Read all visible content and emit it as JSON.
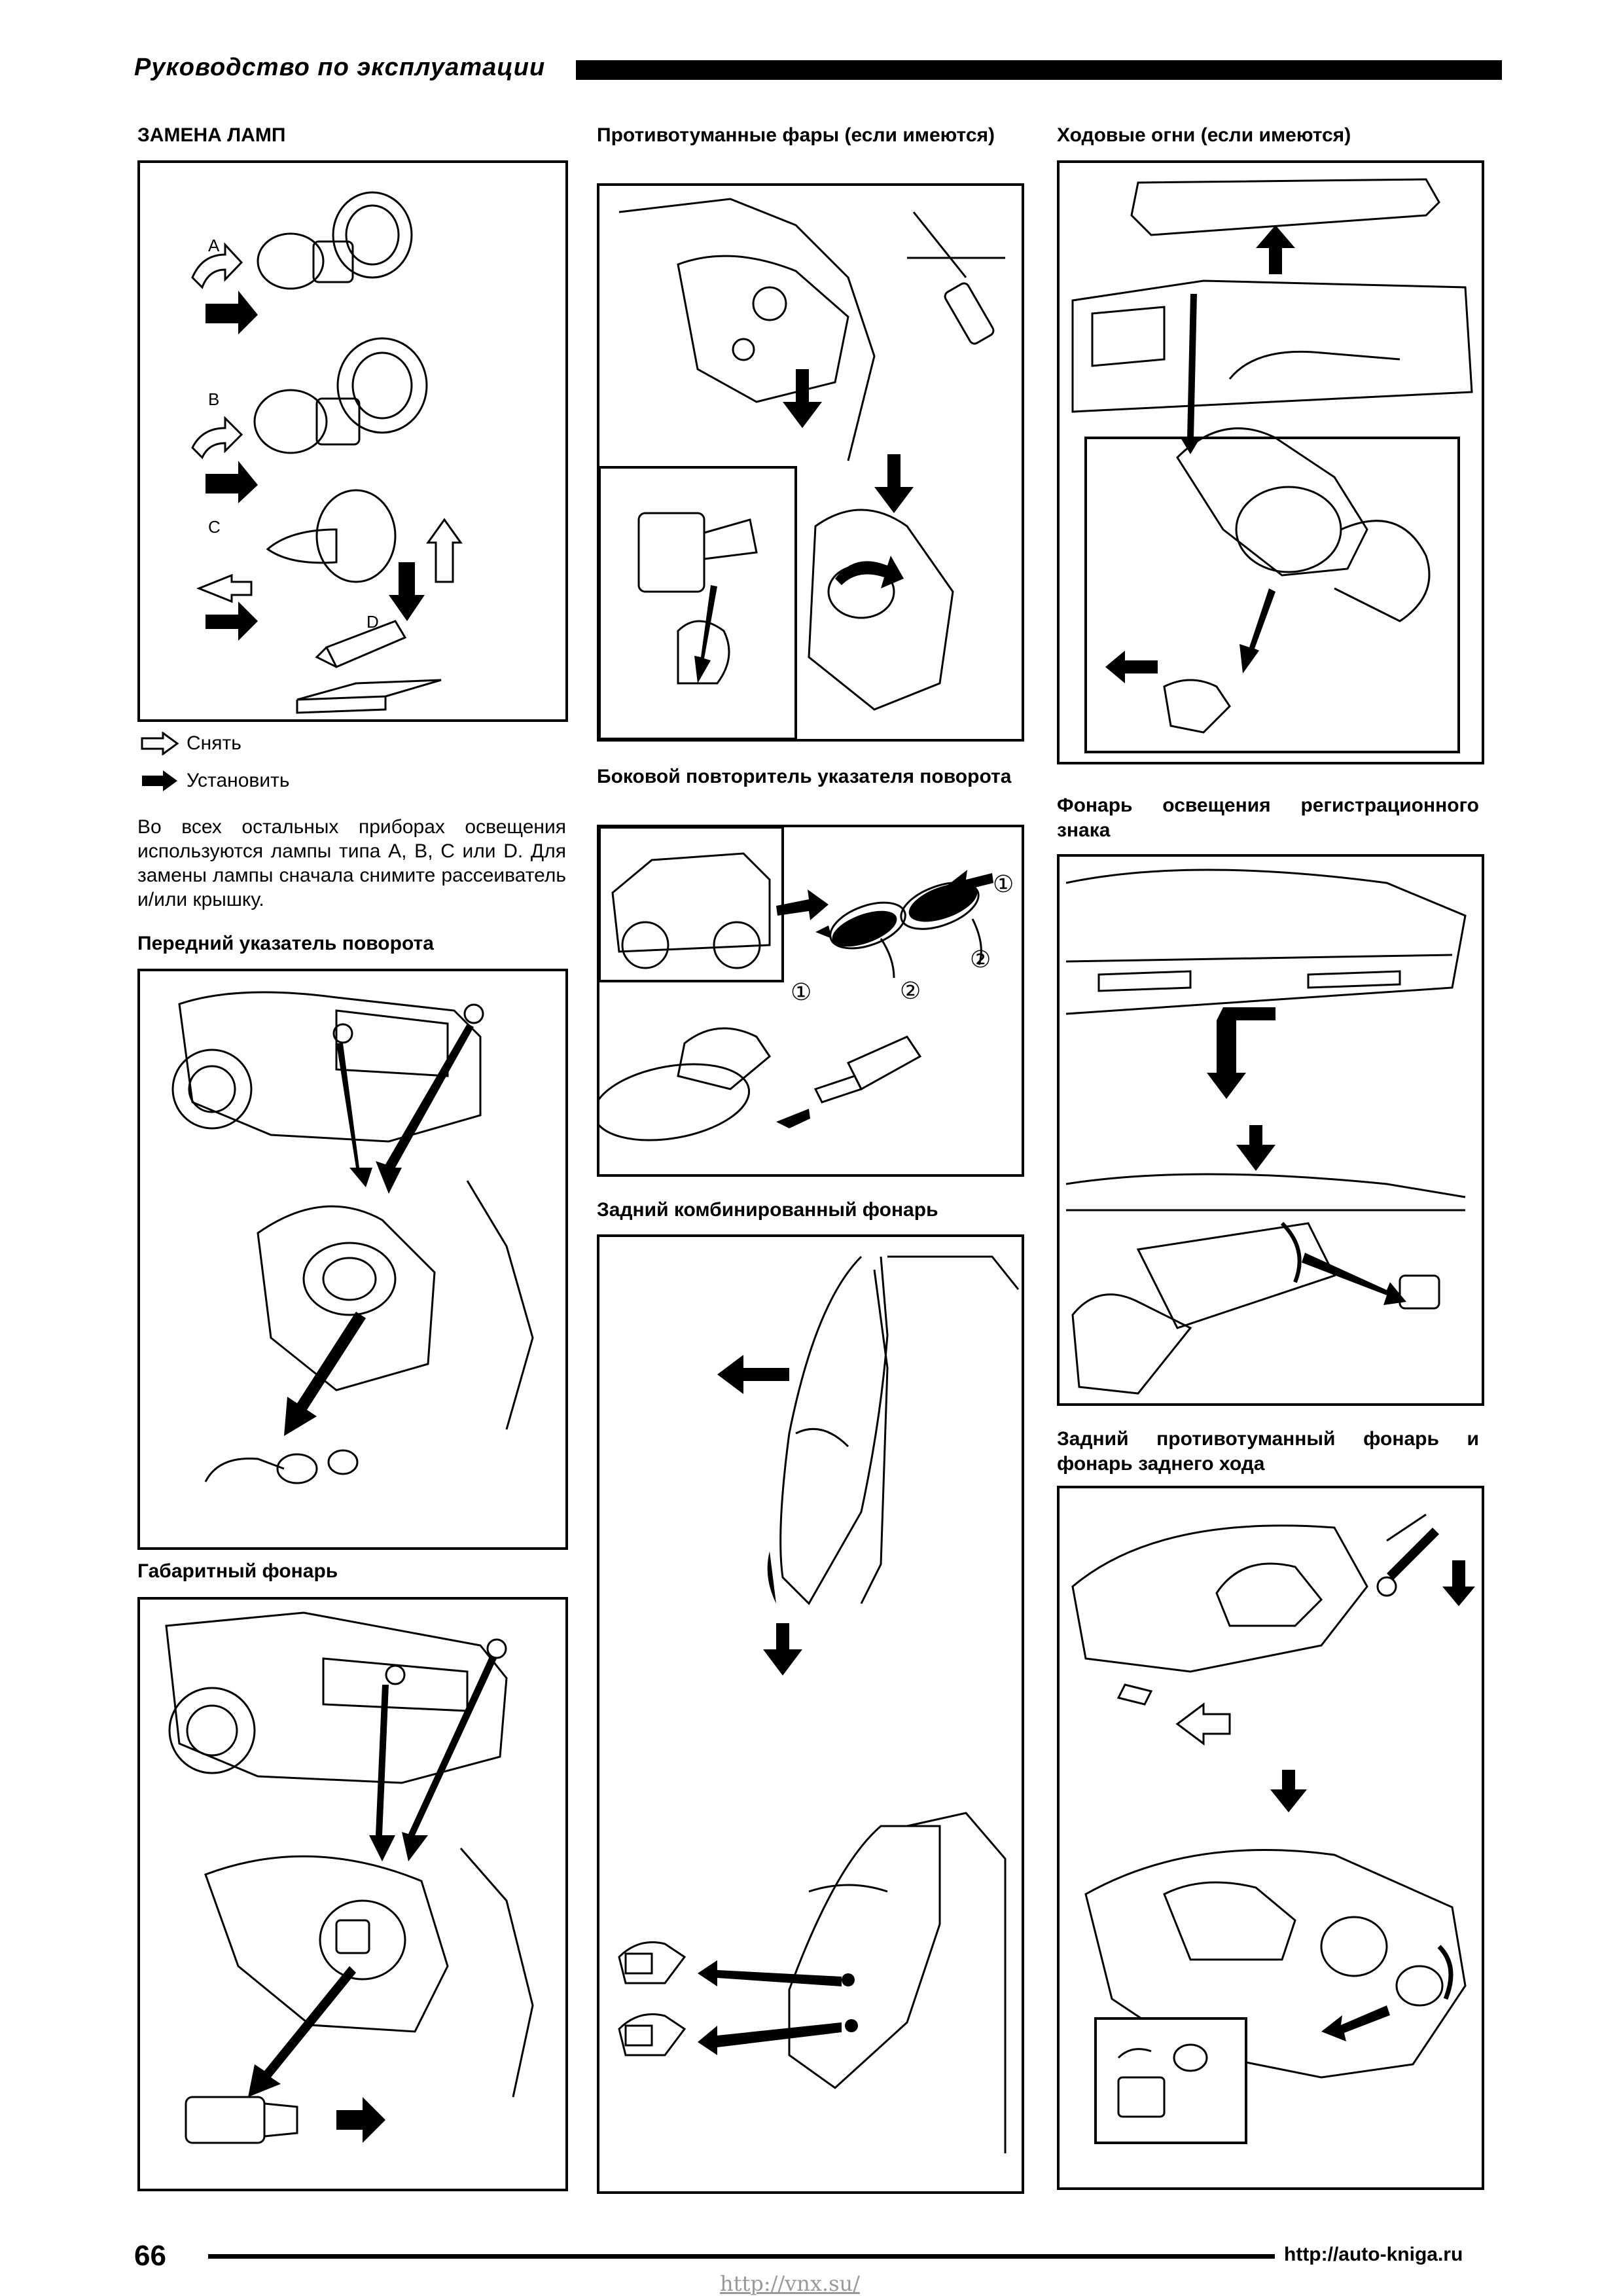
{
  "header": {
    "title": "Руководство по эксплуатации"
  },
  "col1": {
    "lamps_title": "ЗАМЕНА ЛАМП",
    "lamp_labels": [
      "A",
      "B",
      "C",
      "D"
    ],
    "legend_remove": "Снять",
    "legend_install": "Установить",
    "paragraph": "Во всех остальных приборах освещения используются лампы типа A, B, C или D. Для замены лампы сначала снимите рассеиватель и/или крышку.",
    "front_turn_title": "Передний указатель поворота",
    "parking_title": "Габаритный фонарь"
  },
  "col2": {
    "fog_title": "Противотуманные фары (если имеются)",
    "side_repeater_title": "Боковой повторитель указателя поворота",
    "side_steps": [
      "①",
      "②",
      "②",
      "①"
    ],
    "rear_combo_title": "Задний комбинированный фонарь"
  },
  "col3": {
    "drl_title": "Ходовые огни (если имеются)",
    "plate_title": "Фонарь освещения регистрационного знака",
    "rear_fog_title": "Задний противотуманный фонарь и фонарь заднего хода"
  },
  "footer": {
    "page_number": "66",
    "url": "http://auto-kniga.ru",
    "watermark": "http://vnx.su/"
  }
}
